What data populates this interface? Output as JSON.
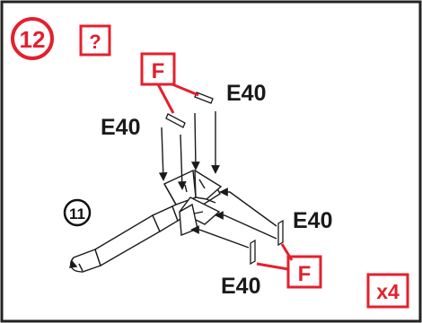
{
  "step": {
    "number": "12",
    "help_box": "?",
    "quantity": "x4",
    "reference_part": "11"
  },
  "callouts": {
    "f_top": "F",
    "f_bottom": "F"
  },
  "part_labels": {
    "e40_top_right": "E40",
    "e40_top_left": "E40",
    "e40_right": "E40",
    "e40_bottom": "E40"
  },
  "colors": {
    "accent_red": "#e4202e",
    "line": "#1a1a1a",
    "border": "#222222"
  }
}
